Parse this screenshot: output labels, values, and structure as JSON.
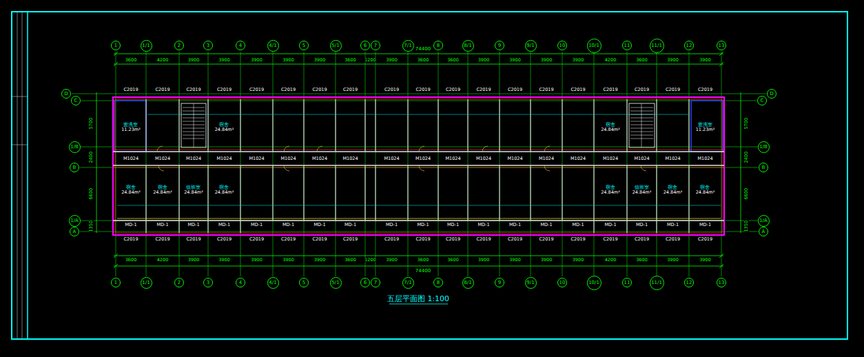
{
  "diagram": {
    "caption": "五层平面图 1:100",
    "nodes": [
      {
        "text": [
          "1"
        ]
      },
      {
        "text": [
          "1/1"
        ]
      },
      {
        "text": [
          "2"
        ]
      },
      {
        "text": [
          "3"
        ]
      },
      {
        "text": [
          "4"
        ]
      },
      {
        "text": [
          "4/1"
        ]
      },
      {
        "text": [
          "5"
        ]
      },
      {
        "text": [
          "5/1"
        ]
      },
      {
        "text": [
          "6"
        ]
      },
      {
        "text": [
          "7"
        ]
      },
      {
        "text": [
          "7/1"
        ]
      },
      {
        "text": [
          "8"
        ]
      },
      {
        "text": [
          "8/1"
        ]
      },
      {
        "text": [
          "9"
        ]
      },
      {
        "text": [
          "9/1"
        ]
      },
      {
        "text": [
          "10"
        ]
      },
      {
        "text": [
          "10/1"
        ]
      },
      {
        "text": [
          "11"
        ]
      },
      {
        "text": [
          "11/1"
        ]
      },
      {
        "text": [
          "12"
        ]
      },
      {
        "text": [
          "13"
        ]
      },
      {
        "text": [
          "D"
        ]
      },
      {
        "text": [
          "C"
        ]
      },
      {
        "text": [
          "1/B"
        ]
      },
      {
        "text": [
          "B"
        ]
      },
      {
        "text": [
          "1/A"
        ]
      },
      {
        "text": [
          "A"
        ]
      },
      {
        "text": [
          "D"
        ]
      },
      {
        "text": [
          "C"
        ]
      },
      {
        "text": [
          "1/B"
        ]
      },
      {
        "text": [
          "B"
        ]
      },
      {
        "text": [
          "1/A"
        ]
      },
      {
        "text": [
          "A"
        ]
      },
      {
        "text": [
          "盥洗室",
          "11.23m²"
        ]
      },
      {
        "text": [
          "宿舍",
          "24.84m²"
        ]
      },
      {
        "text": [
          "宿舍",
          "24.84m²"
        ]
      },
      {
        "text": [
          "盥洗室",
          "11.23m²"
        ]
      },
      {
        "text": [
          "宿舍",
          "24.84m²"
        ]
      },
      {
        "text": [
          "宿舍",
          "24.84m²"
        ]
      },
      {
        "text": [
          "值班室",
          "24.84m²"
        ]
      },
      {
        "text": [
          "宿舍",
          "24.84m²"
        ]
      },
      {
        "text": [
          "宿舍",
          "24.84m²"
        ]
      },
      {
        "text": [
          "值班室",
          "24.84m²"
        ]
      },
      {
        "text": [
          "宿舍",
          "24.84m²"
        ]
      },
      {
        "text": [
          "宿舍",
          "24.84m²"
        ]
      },
      {
        "text": [
          "1"
        ]
      },
      {
        "text": [
          "1/1"
        ]
      },
      {
        "text": [
          "2"
        ]
      },
      {
        "text": [
          "3"
        ]
      },
      {
        "text": [
          "4"
        ]
      },
      {
        "text": [
          "4/1"
        ]
      },
      {
        "text": [
          "5"
        ]
      },
      {
        "text": [
          "5/1"
        ]
      },
      {
        "text": [
          "6"
        ]
      },
      {
        "text": [
          "7"
        ]
      },
      {
        "text": [
          "7/1"
        ]
      },
      {
        "text": [
          "8"
        ]
      },
      {
        "text": [
          "8/1"
        ]
      },
      {
        "text": [
          "9"
        ]
      },
      {
        "text": [
          "9/1"
        ]
      },
      {
        "text": [
          "10"
        ]
      },
      {
        "text": [
          "10/1"
        ]
      },
      {
        "text": [
          "11"
        ]
      },
      {
        "text": [
          "11/1"
        ]
      },
      {
        "text": [
          "12"
        ]
      },
      {
        "text": [
          "13"
        ]
      }
    ],
    "labels": [
      "74400",
      "3600",
      "4200",
      "3900",
      "3900",
      "3900",
      "3900",
      "3900",
      "3600",
      "1200",
      "3900",
      "3600",
      "3600",
      "3900",
      "3900",
      "3900",
      "3900",
      "4200",
      "3600",
      "3900",
      "3900",
      "74400",
      "3600",
      "4200",
      "3900",
      "3900",
      "3900",
      "3900",
      "3900",
      "3600",
      "1200",
      "3900",
      "3600",
      "3600",
      "3900",
      "3900",
      "3900",
      "3900",
      "4200",
      "3600",
      "3900",
      "3900",
      "5700",
      "2400",
      "6600",
      "1350",
      "5700",
      "2400",
      "6600",
      "1350",
      "C2019",
      "C2019",
      "C2019",
      "C2019",
      "C2019",
      "C2019",
      "C2019",
      "C2019",
      "C2019",
      "C2019",
      "C2019",
      "C2019",
      "C2019",
      "C2019",
      "C2019",
      "C2019",
      "C2019",
      "C2019",
      "C2019",
      "C2019",
      "C2019",
      "C2019",
      "C2019",
      "C2019",
      "C2019",
      "C2019",
      "C2019",
      "C2019",
      "C2019",
      "C2019",
      "C2019",
      "C2019",
      "C2019",
      "C2019",
      "C2019",
      "C2019",
      "C2019",
      "C2019",
      "M1024",
      "M1024",
      "M1024",
      "M1024",
      "M1024",
      "M1024",
      "M1024",
      "M1024",
      "M1024",
      "M1024",
      "M1024",
      "M1024",
      "M1024",
      "M1024",
      "M1024",
      "M1024",
      "M1024",
      "M1024",
      "M1024",
      "MD-1",
      "MD-1",
      "MD-1",
      "MD-1",
      "MD-1",
      "MD-1",
      "MD-1",
      "MD-1",
      "MD-1",
      "MD-1",
      "MD-1",
      "MD-1",
      "MD-1",
      "MD-1",
      "MD-1",
      "MD-1",
      "MD-1",
      "MD-1",
      "MD-1"
    ]
  }
}
